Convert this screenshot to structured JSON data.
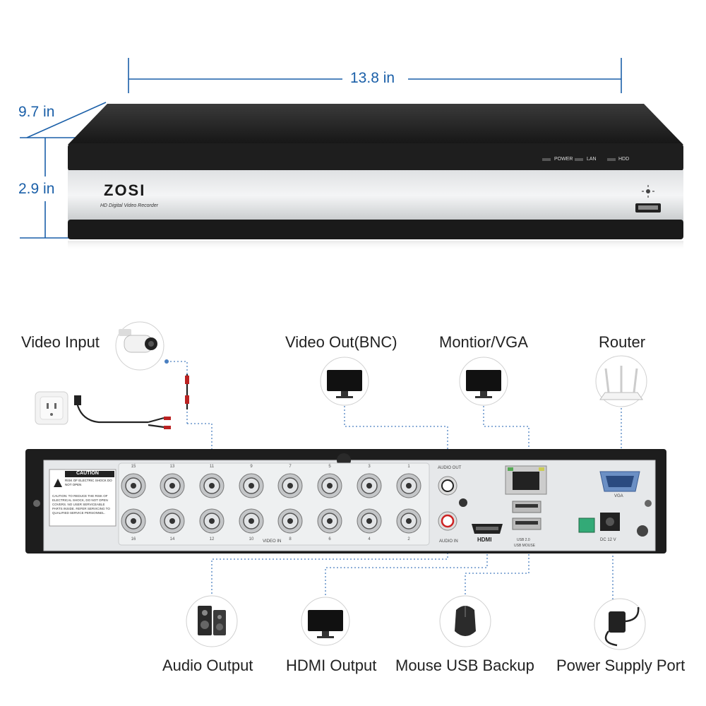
{
  "dimensions": {
    "width": "13.8 in",
    "depth": "9.7 in",
    "height": "2.9 in"
  },
  "front_panel": {
    "brand": "ZOSI",
    "model_text": "HD Digital Video Recorder",
    "leds": [
      "POWER",
      "LAN",
      "HDD"
    ]
  },
  "connections": {
    "top": [
      "Video Input",
      "Video Out(BNC)",
      "Montior/VGA",
      "Router"
    ],
    "bottom": [
      "Audio Output",
      "HDMI Output",
      "Mouse USB Backup",
      "Power Supply Port"
    ]
  },
  "rear_panel": {
    "caution_title": "CAUTION",
    "caution_sub": "RISK OF ELECTRIC SHOCK DO NOT OPEN",
    "caution_body": "CAUTION: TO REDUCE THE RISK OF ELECTRICAL SHOCK, DO NOT OPEN COVERS. NO USER SERVICEABLE PARTS INSIDE. REFER SERVICING TO QUALIFIED SERVICE PERSONNEL.",
    "video_in": "VIDEO IN",
    "audio_out": "AUDIO OUT",
    "audio_in": "AUDIO IN",
    "hdmi": "HDMI",
    "usb_top": "USB 2.0",
    "usb_bottom": "USB MOUSE",
    "vga": "VGA",
    "dc": "DC 12 V",
    "top_numbers": [
      "15",
      "13",
      "11",
      "9",
      "7",
      "5",
      "3",
      "1"
    ],
    "bottom_numbers": [
      "16",
      "14",
      "12",
      "10",
      "8",
      "6",
      "4",
      "2"
    ]
  },
  "colors": {
    "dimension": "#1a5fa8",
    "dotted_line": "#4a7fc0",
    "chassis": "#1d1d1d",
    "panel": "#e6e8ea"
  }
}
